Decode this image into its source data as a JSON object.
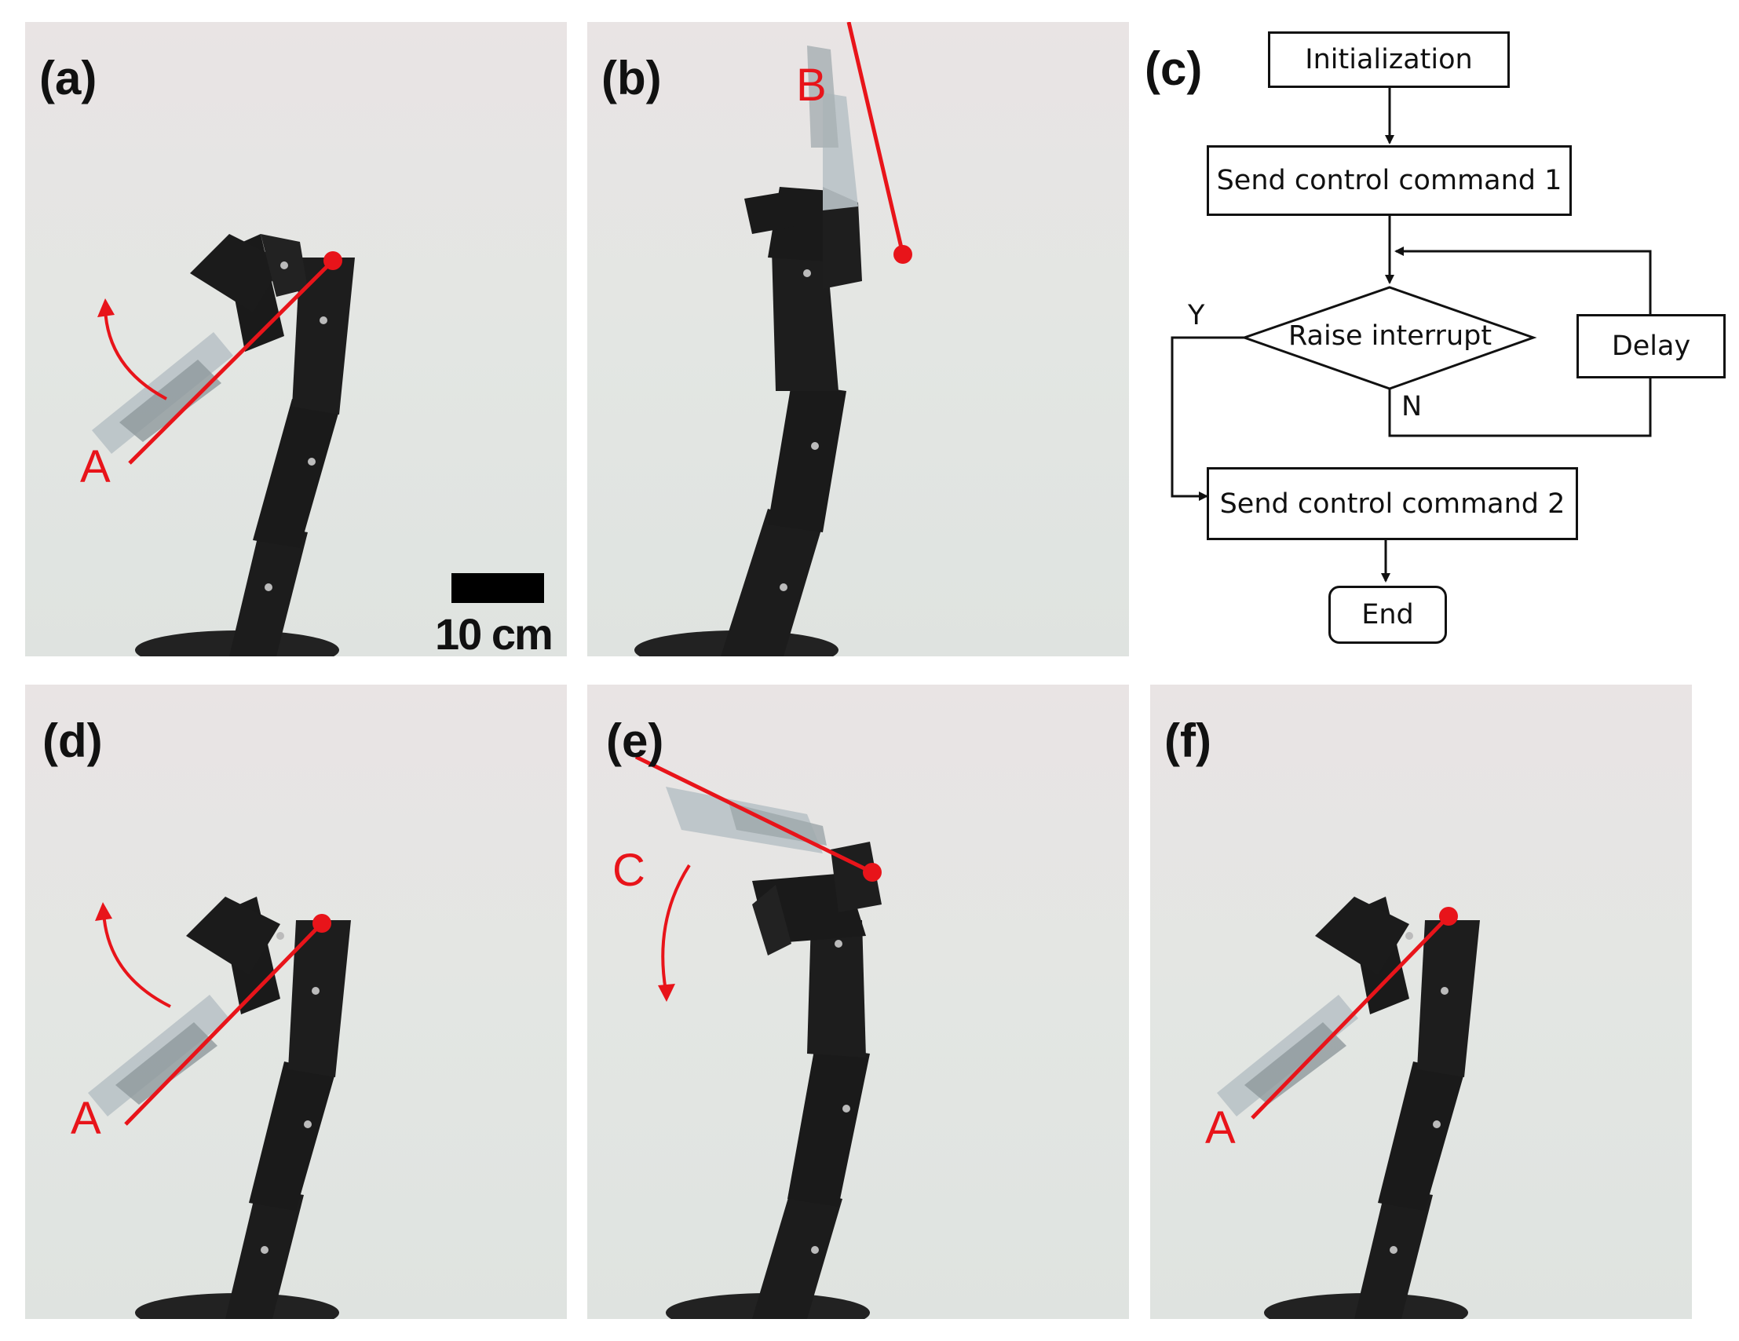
{
  "panels": {
    "a": {
      "label": "(a)",
      "marker": "A"
    },
    "b": {
      "label": "(b)",
      "marker": "B"
    },
    "c": {
      "label": "(c)"
    },
    "d": {
      "label": "(d)",
      "marker": "A"
    },
    "e": {
      "label": "(e)",
      "marker": "C"
    },
    "f": {
      "label": "(f)",
      "marker": "A"
    }
  },
  "scale_bar": {
    "text": "10 cm"
  },
  "flowchart": {
    "initialization": "Initialization",
    "send_command_1": "Send control command 1",
    "decision": "Raise interrupt",
    "delay": "Delay",
    "yes": "Y",
    "no": "N",
    "send_command_2": "Send control command 2",
    "end": "End"
  },
  "colors": {
    "annotation": "#e8141a",
    "robot": "#1a1a1a",
    "background": "#e4e5e3"
  }
}
